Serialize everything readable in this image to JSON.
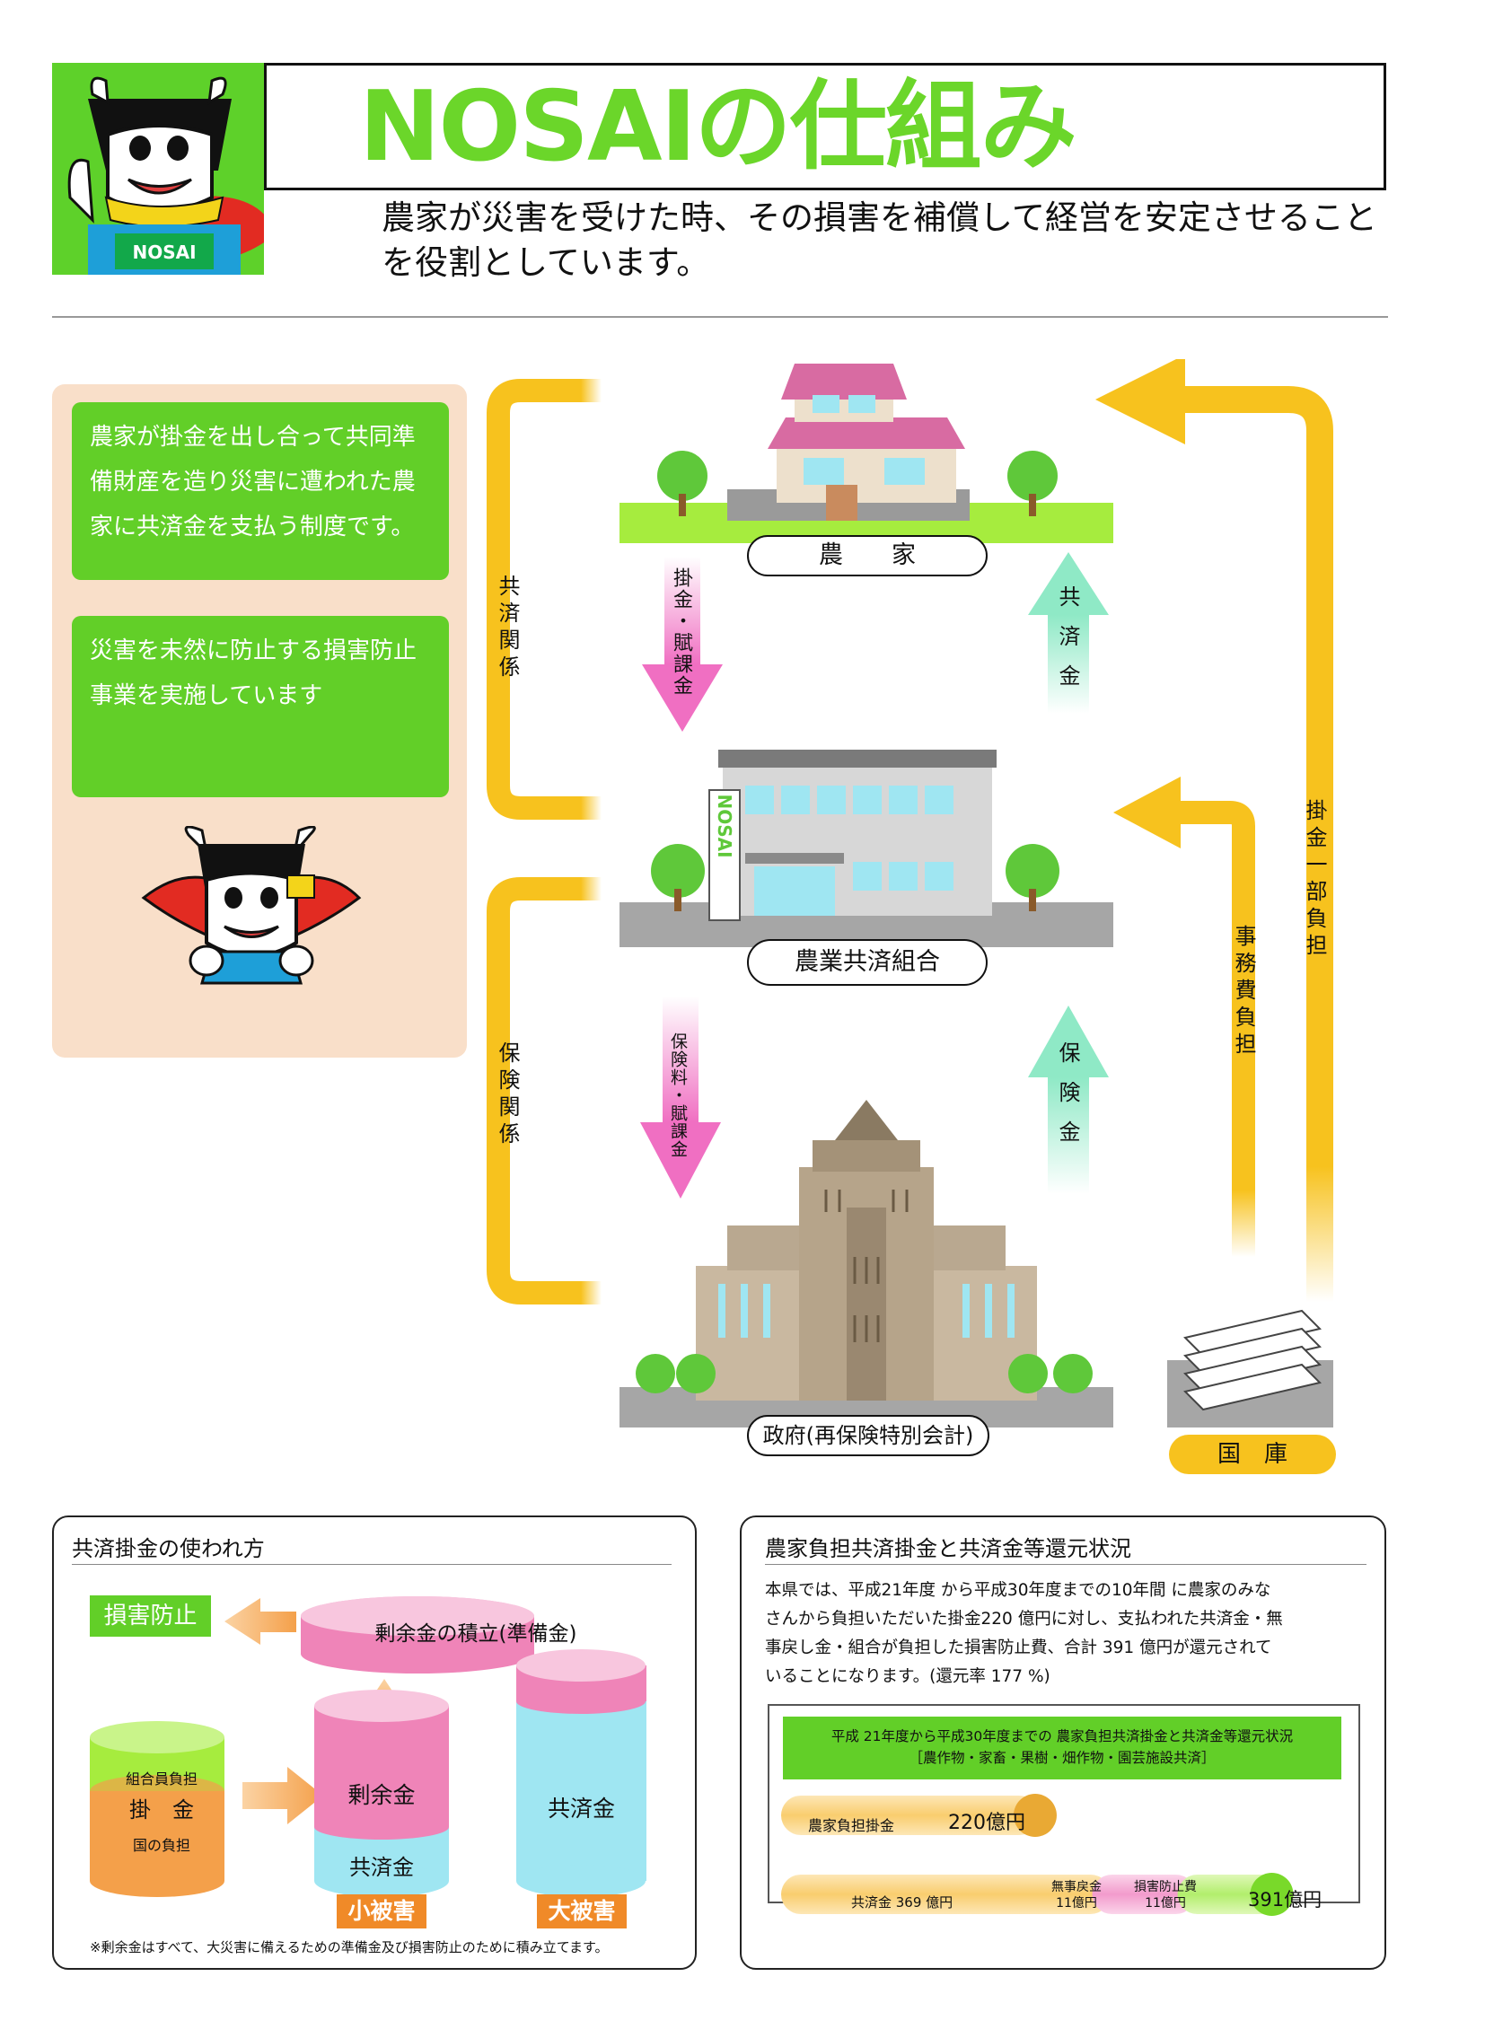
{
  "header": {
    "logo_text": "NOSAI",
    "title": "NOSAIの仕組み",
    "subtitle_line1": "農家が災害を受けた時、その損害を補償して経営を安定させること",
    "subtitle_line2": "を役割としています。"
  },
  "left_panel": {
    "box1_lines": [
      "農家が掛金を出し合って共同準",
      "備財産を造り災害に遭われた農",
      "家に共済金を支払う制度です。"
    ],
    "box2_lines": [
      "災害を未然に防止する損害防止",
      "事業を実施しています"
    ]
  },
  "diagram": {
    "farmhouse_label": "農　　家",
    "union_label": "農業共済組合",
    "government_label": "政府(再保険特別会計)",
    "treasury_label": "国　庫",
    "union_sign": "NOSAI",
    "kyosai_kankei": "共済関係",
    "hoken_kankei": "保険関係",
    "arrow_kakekin": "掛金・賦課金",
    "arrow_kyosaikin": "共済金",
    "arrow_hokenryo": "保険料・賦課金",
    "arrow_hokenkin": "保険金",
    "arrow_jimuhi": "事務費負担",
    "arrow_kakekin_ichibu": "掛金一部負担"
  },
  "usage_card": {
    "title": "共済掛金の使われ方",
    "songai_boshi": "損害防止",
    "jouyokin_tsumitate": "剰余金の積立(準備金)",
    "kumiai_futan": "組合員負担",
    "kakekin": "掛　金",
    "kuni_futan": "国の負担",
    "jouyokin": "剰余金",
    "kyosaikin_small": "共済金",
    "kyosaikin_large": "共済金",
    "shou_higai": "小被害",
    "dai_higai": "大被害",
    "footnote": "※剰余金はすべて、大災害に備えるための準備金及び損害防止のために積み立てます。"
  },
  "return_card": {
    "title": "農家負担共済掛金と共済金等還元状況",
    "body_lines": [
      "本県では、平成21年度 から平成30年度までの10年間 に農家のみな",
      "さんから負担いただいた掛金220 億円に対し、支払われた共済金・無",
      "事戻し金・組合が負担した損害防止費、合計 391 億円が還元されて",
      "いることになります。(還元率 177 %)"
    ],
    "banner_line1": "平成 21年度から平成30年度までの 農家負担共済掛金と共済金等還元状況",
    "banner_line2": "［農作物・家畜・果樹・畑作物・園芸施設共済］",
    "bar1_label": "農家負担掛金",
    "bar1_value": "220",
    "bar1_unit": "億円",
    "bar2_label": "共済金 369 億円",
    "bar2_seg2_line1": "無事戻金",
    "bar2_seg2_line2": "11億円",
    "bar2_seg3_line1": "損害防止費",
    "bar2_seg3_line2": "11億円",
    "bar2_value": "391",
    "bar2_unit": "億円",
    "values": {
      "farmer_contribution": 220,
      "kyosaikin": 369,
      "buji_modoshi": 11,
      "songai_boshi": 11,
      "total": 391,
      "return_rate_pct": 177
    }
  },
  "colors": {
    "green": "#62cf28",
    "orange_arrow": "#f7c21e",
    "pink_arrow": "#f06fc2",
    "mint_arrow": "#8fe9c6",
    "orange": "#f4a04a"
  }
}
